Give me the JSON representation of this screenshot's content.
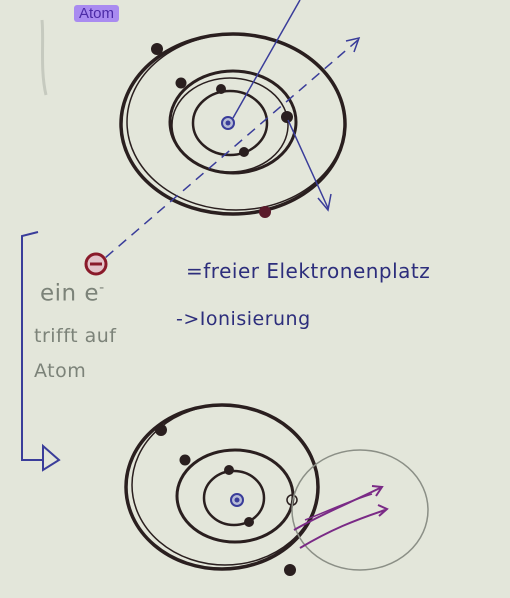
{
  "diagram": {
    "title": "Atom",
    "left_note": {
      "line1": "ein e",
      "superscript": "-",
      "line2": "trifft auf",
      "line3": "Atom"
    },
    "right_note": {
      "line1": "=freier Elektronenplatz",
      "line2": "->Ionisierung"
    },
    "electron_symbol": "⊖",
    "colors": {
      "paper": "#e3e6da",
      "ink_dark": "#2a1f1f",
      "ink_blue": "#3a3d9a",
      "ink_grey": "#7c8379",
      "ink_purple": "#7a2a86",
      "highlight": "#a98bf0",
      "electron_marker": "#8a1a2a"
    }
  }
}
